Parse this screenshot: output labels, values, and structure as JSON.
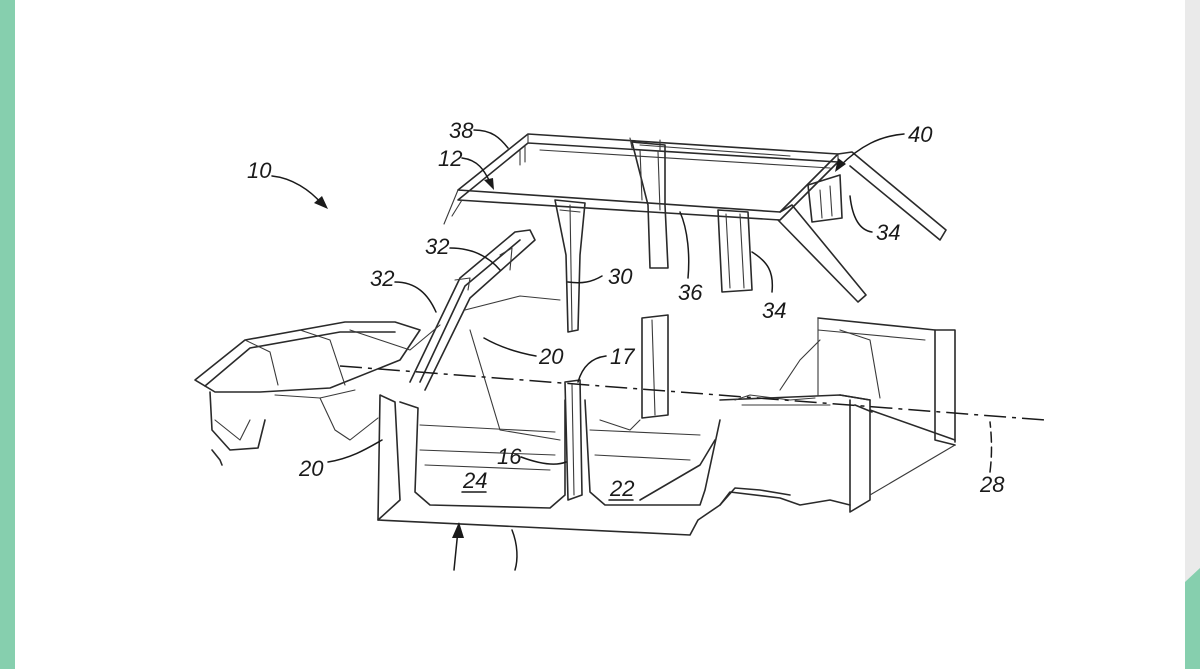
{
  "figure": {
    "reference_labels": [
      {
        "id": "label-10",
        "text": "10"
      },
      {
        "id": "label-38",
        "text": "38"
      },
      {
        "id": "label-12",
        "text": "12"
      },
      {
        "id": "label-40",
        "text": "40"
      },
      {
        "id": "label-32-upper",
        "text": "32"
      },
      {
        "id": "label-32-lower",
        "text": "32"
      },
      {
        "id": "label-30",
        "text": "30"
      },
      {
        "id": "label-34-right",
        "text": "34"
      },
      {
        "id": "label-34-center",
        "text": "34"
      },
      {
        "id": "label-36",
        "text": "36"
      },
      {
        "id": "label-20-upper",
        "text": "20"
      },
      {
        "id": "label-17",
        "text": "17"
      },
      {
        "id": "label-20-lower",
        "text": "20"
      },
      {
        "id": "label-16",
        "text": "16"
      },
      {
        "id": "label-24",
        "text": "24"
      },
      {
        "id": "label-22",
        "text": "22"
      },
      {
        "id": "label-28",
        "text": "28"
      }
    ]
  },
  "colors": {
    "left_stripe": "#86cfae",
    "right_stripe": "#eaeaea",
    "background": "#ffffff",
    "line": "#2a2a2a"
  }
}
